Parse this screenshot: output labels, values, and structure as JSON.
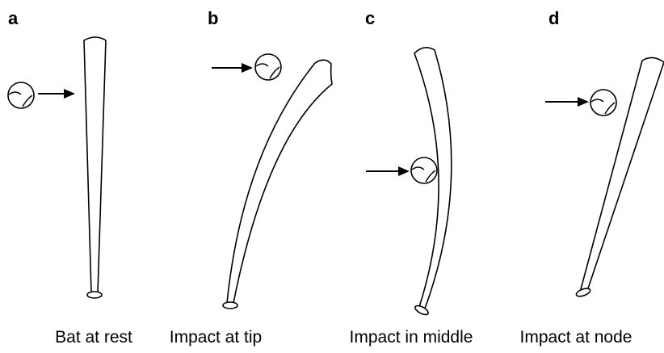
{
  "panels": [
    {
      "letter": "a",
      "caption": "Bat at rest"
    },
    {
      "letter": "b",
      "caption": "Impact at tip"
    },
    {
      "letter": "c",
      "caption": "Impact in middle"
    },
    {
      "letter": "d",
      "caption": "Impact at node"
    }
  ]
}
